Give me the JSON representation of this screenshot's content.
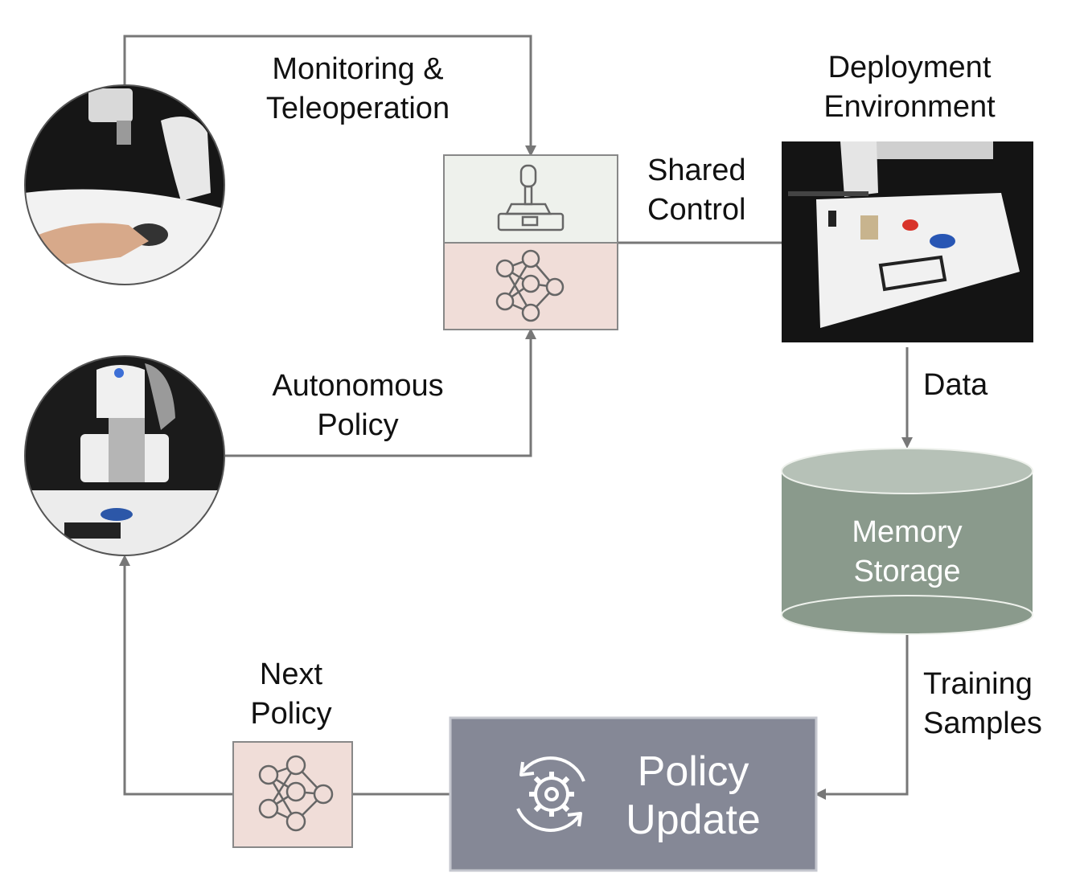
{
  "labels": {
    "monitoring": [
      "Monitoring &",
      "Teleoperation"
    ],
    "shared_control": [
      "Shared",
      "Control"
    ],
    "deployment": [
      "Deployment",
      "Environment"
    ],
    "autonomous": [
      "Autonomous",
      "Policy"
    ],
    "data": "Data",
    "memory": [
      "Memory",
      "Storage"
    ],
    "training": [
      "Training",
      "Samples"
    ],
    "next_policy": [
      "Next",
      "Policy"
    ],
    "policy_update": [
      "Policy",
      "Update"
    ]
  },
  "colors": {
    "line": "#777777",
    "shared_top": "#eef1ec",
    "shared_bottom": "#f0ddd8",
    "next_policy_fill": "#f0ddd8",
    "memory_fill": "#8a9a8c",
    "memory_top": "#b6c1b7",
    "policy_update_fill": "#858896",
    "photo_dark": "#141414"
  },
  "icons": {
    "teleop": "joystick-icon",
    "shared_policy": "neural-network-icon",
    "next_policy": "neural-network-icon",
    "update": "gear-cycle-icon",
    "teleop_photo": "robot-teleoperation-photo",
    "autonomous_photo": "robot-autonomous-photo",
    "deployment_photo": "deployment-environment-photo"
  }
}
